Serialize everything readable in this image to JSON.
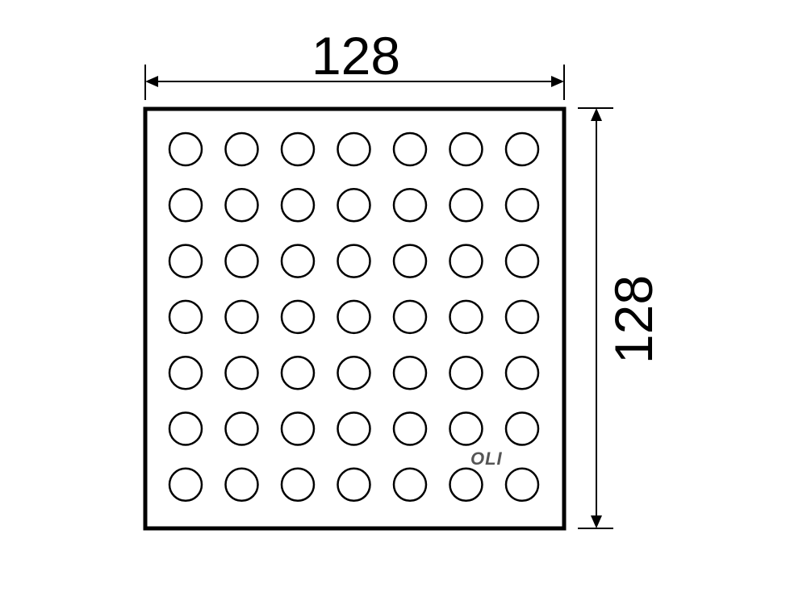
{
  "drawing": {
    "width_label": "128",
    "height_label": "128",
    "grid_rows": 7,
    "grid_cols": 7,
    "hole_shape": "circle",
    "line_color": "#000000",
    "background": "#ffffff"
  },
  "watermark": {
    "text": "OLI",
    "color": "#555555"
  }
}
